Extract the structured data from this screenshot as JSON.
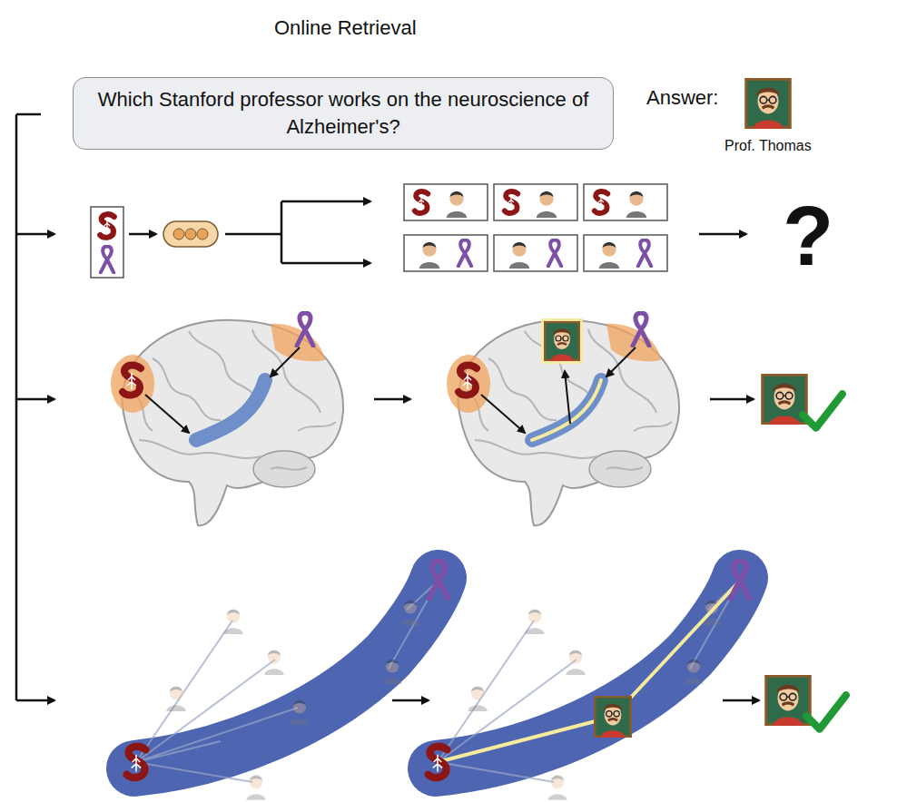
{
  "diagram": {
    "title": "Online Retrieval",
    "nodes": [
      {
        "text": [
          "Which Stanford professor works on the neuroscience of Alzheimer's?"
        ]
      }
    ],
    "labels": [
      "Answer:",
      "Prof. Thomas",
      "?"
    ]
  }
}
